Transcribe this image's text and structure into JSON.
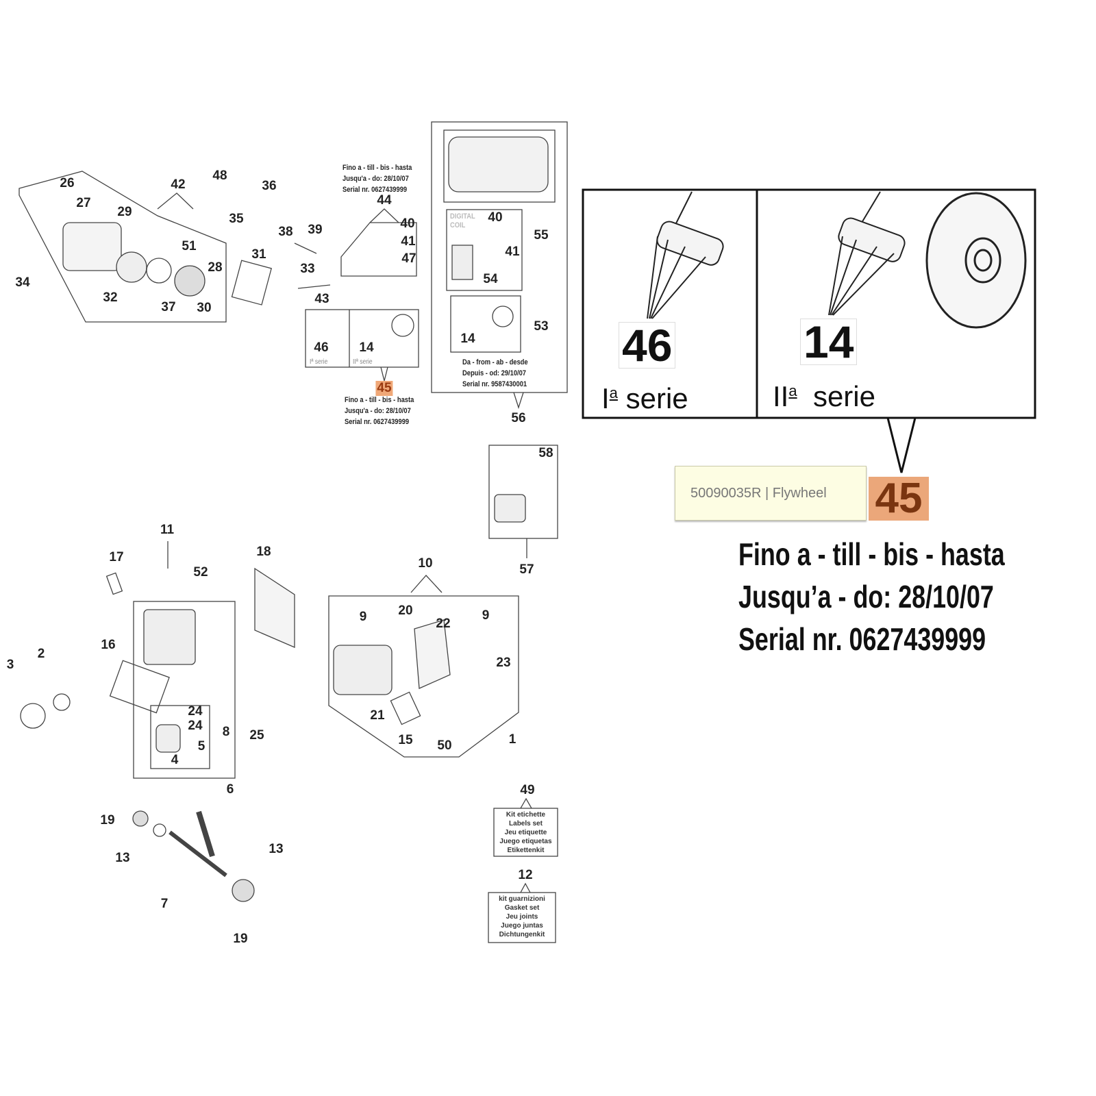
{
  "callouts": [
    "26",
    "27",
    "29",
    "42",
    "48",
    "36",
    "35",
    "51",
    "28",
    "34",
    "32",
    "37",
    "30",
    "31",
    "38",
    "39",
    "33",
    "43",
    "44",
    "40",
    "41",
    "47",
    "46",
    "14",
    "40",
    "55",
    "41",
    "54",
    "14",
    "53",
    "56",
    "58",
    "57",
    "11",
    "17",
    "52",
    "18",
    "10",
    "9",
    "20",
    "22",
    "9",
    "23",
    "16",
    "3",
    "2",
    "24",
    "24",
    "8",
    "25",
    "5",
    "4",
    "21",
    "15",
    "50",
    "1",
    "6",
    "49",
    "19",
    "13",
    "13",
    "7",
    "19",
    "12"
  ],
  "highlight_callout": "45",
  "notes": {
    "till_top": [
      "Fino a - till - bis - hasta",
      "Jusqu'a - do: 28/10/07",
      "Serial nr. 0627439999"
    ],
    "till_bottom": [
      "Fino a - till - bis - hasta",
      "Jusqu'a - do: 28/10/07",
      "Serial nr. 0627439999"
    ],
    "from": [
      "Da - from - ab - desde",
      "Depuis - od: 29/10/07",
      "Serial nr. 9587430001"
    ],
    "digital_coil": [
      "DIGITAL",
      "COIL"
    ],
    "small_serie_1": "Iª serie",
    "small_serie_2": "IIª serie"
  },
  "kits": {
    "labels": [
      "Kit etichette",
      "Labels set",
      "Jeu etiquette",
      "Juego etiquetas",
      "Etikettenkit"
    ],
    "gaskets": [
      "kit guarnizioni",
      "Gasket set",
      "Jeu joints",
      "Juego juntas",
      "Dichtungenkit"
    ]
  },
  "zoom_panel": {
    "left_number": "46",
    "left_serie": "I",
    "left_sup": "a",
    "left_word": "serie",
    "right_number": "14",
    "right_serie": "II",
    "right_sup": "a",
    "right_word": "serie",
    "highlight_number": "45",
    "note": [
      "Fino a - till - bis - hasta",
      "Jusqu’a - do: 28/10/07",
      "Serial nr. 0627439999"
    ]
  },
  "tooltip": {
    "text": "50090035R | Flywheel"
  },
  "colors": {
    "highlight": "#eba77a",
    "tooltip_bg": "#fdfde3"
  }
}
